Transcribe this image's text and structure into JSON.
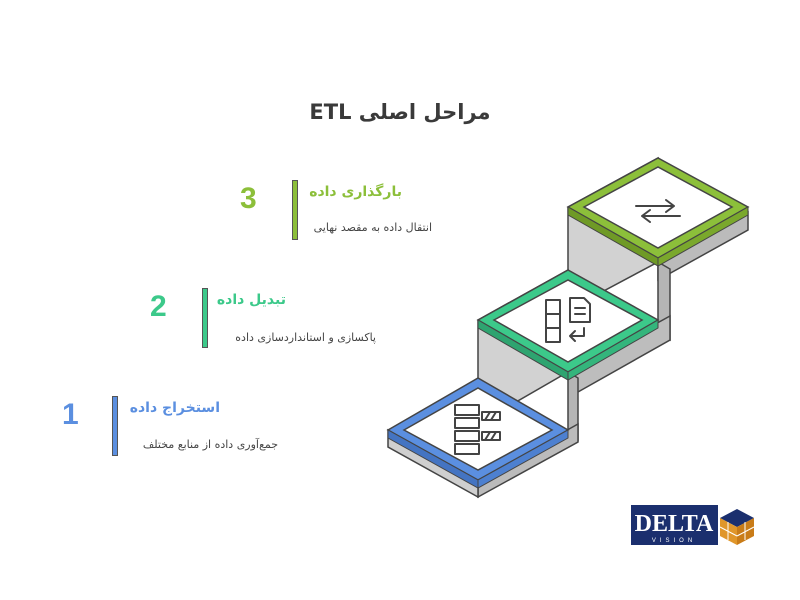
{
  "title": "مراحل اصلی ETL",
  "steps": [
    {
      "num": "1",
      "label": "استخراج داده",
      "desc": "جمع‌آوری داده از منابع مختلف",
      "color": "#5b8fe0"
    },
    {
      "num": "2",
      "label": "تبدیل داده",
      "desc": "پاکسازی و استانداردسازی داده",
      "color": "#3cc98a"
    },
    {
      "num": "3",
      "label": "بارگذاری داده",
      "desc": "انتقال داده به مقصد نهایی",
      "color": "#8cbf3a"
    }
  ],
  "icons": [
    "funnel-list-icon",
    "document-transform-icon",
    "swap-arrows-icon"
  ],
  "logo": {
    "brand": "DELTA",
    "sub": "VISION"
  }
}
